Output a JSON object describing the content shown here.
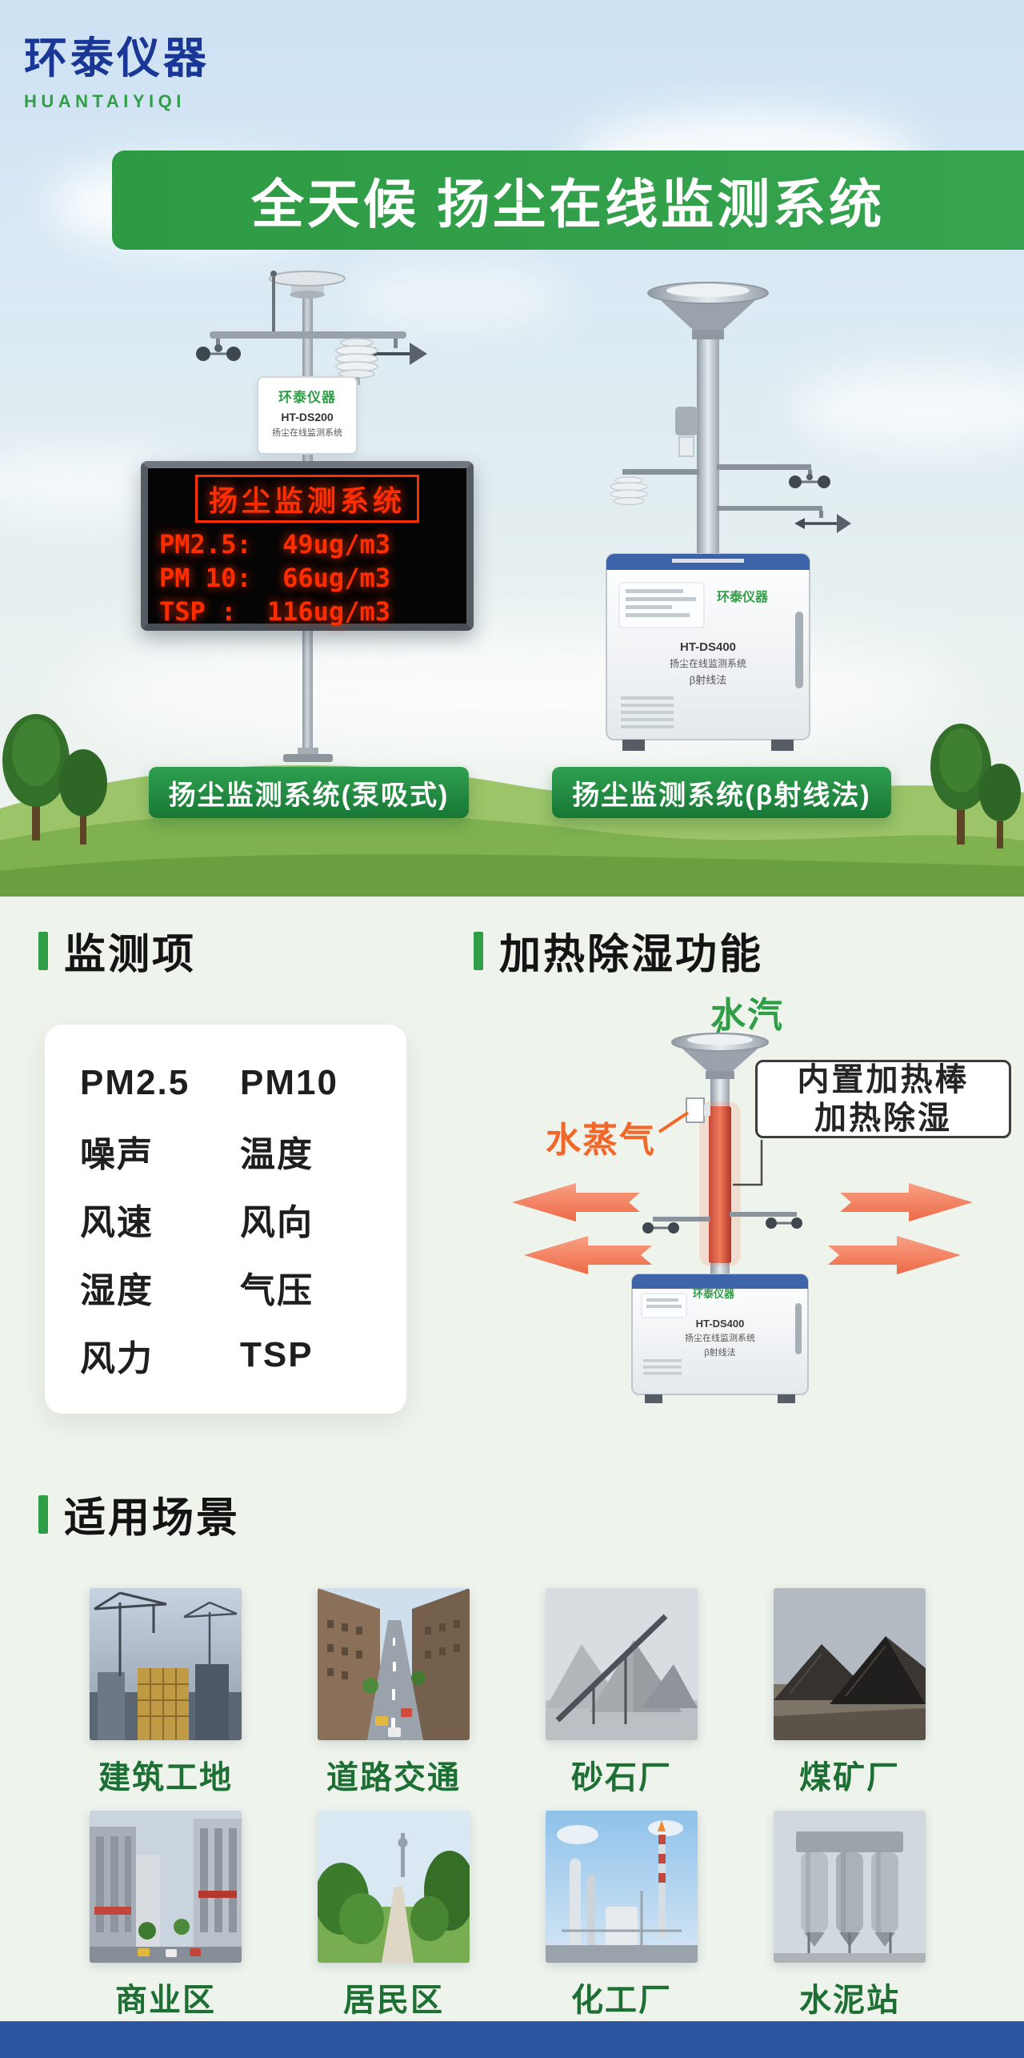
{
  "brand": {
    "name": "环泰仪器",
    "romanized": "HUANTAIYIQI"
  },
  "banner": {
    "title": "全天候 扬尘在线监测系统"
  },
  "showcase": {
    "left_device": {
      "badge": "扬尘监测系统(泵吸式)",
      "box_logo": "环泰仪器",
      "box_model": "HT-DS200",
      "box_name": "扬尘在线监测系统",
      "led": {
        "title": "扬尘监测系统",
        "lines": [
          "PM2.5:  49ug/m3",
          "PM 10:  66ug/m3",
          "TSP :  116ug/m3"
        ]
      }
    },
    "right_device": {
      "badge": "扬尘监测系统(β射线法)",
      "cab_logo": "环泰仪器",
      "cab_model": "HT-DS400",
      "cab_name": "扬尘在线监测系统",
      "cab_method": "β射线法"
    }
  },
  "monitoring": {
    "title": "监测项",
    "items_col1": [
      "PM2.5",
      "噪声",
      "风速",
      "湿度",
      "风力"
    ],
    "items_col2": [
      "PM10",
      "温度",
      "风向",
      "气压",
      "TSP"
    ]
  },
  "heating": {
    "title": "加热除湿功能",
    "label_water_vapor": "水汽",
    "label_steam": "水蒸气",
    "note_line1": "内置加热棒",
    "note_line2": "加热除湿"
  },
  "scenarios": {
    "title": "适用场景",
    "items": [
      "建筑工地",
      "道路交通",
      "砂石厂",
      "煤矿厂",
      "商业区",
      "居民区",
      "化工厂",
      "水泥站"
    ]
  },
  "colors": {
    "brand_blue": "#1a3796",
    "brand_green": "#2f9e46",
    "badge_green": "#1f8a3d",
    "led_red": "#ff2e00",
    "steam_orange": "#f2672a",
    "arrow_salmon": "#f08066",
    "footer_blue": "#2d55a3"
  }
}
